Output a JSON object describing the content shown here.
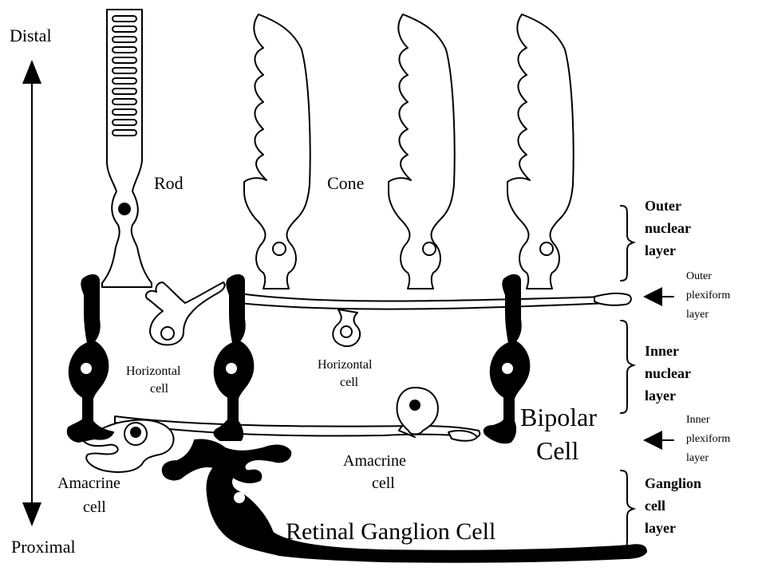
{
  "axis": {
    "top": "Distal",
    "bottom": "Proximal"
  },
  "cells": {
    "rod": "Rod",
    "cone": "Cone",
    "horizontal_left": [
      "Horizontal",
      "cell"
    ],
    "horizontal_right": [
      "Horizontal",
      "cell"
    ],
    "bipolar": [
      "Bipolar",
      "Cell"
    ],
    "amacrine_left": [
      "Amacrine",
      "cell"
    ],
    "amacrine_right": [
      "Amacrine",
      "cell"
    ],
    "ganglion": "Retinal Ganglion Cell"
  },
  "layers": {
    "outer_nuclear": [
      "Outer",
      "nuclear",
      "layer"
    ],
    "outer_plexiform": [
      "Outer",
      "plexiform",
      "layer"
    ],
    "inner_nuclear": [
      "Inner",
      "nuclear",
      "layer"
    ],
    "inner_plexiform": [
      "Inner",
      "plexiform",
      "layer"
    ],
    "ganglion_cell": [
      "Ganglion",
      "cell",
      "layer"
    ]
  }
}
